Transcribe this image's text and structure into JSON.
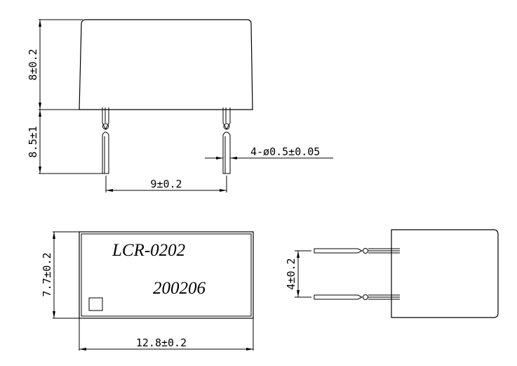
{
  "drawing": {
    "front_view": {
      "body_height": "8±0.2",
      "pin_length": "8.5±1",
      "pin_pitch": "9±0.2",
      "pin_diameter": "4-ø0.5±0.05"
    },
    "top_view": {
      "height": "7.7±0.2",
      "width": "12.8±0.2",
      "part_number": "LCR-0202",
      "date_code": "200206"
    },
    "side_view": {
      "pin_spacing": "4±0.2"
    }
  }
}
